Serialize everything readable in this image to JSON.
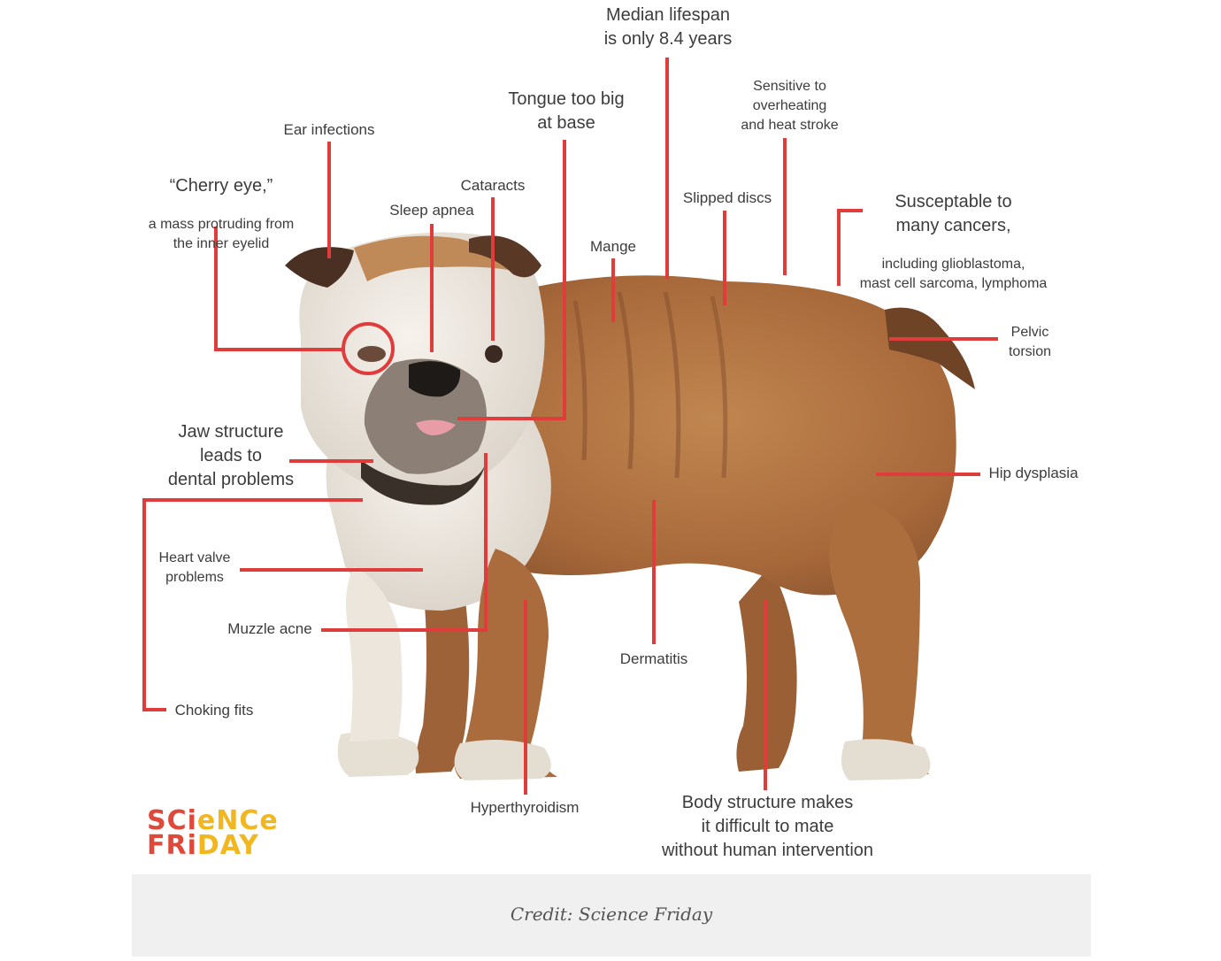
{
  "labels": {
    "lifespan": "Median lifespan\nis only 8.4 years",
    "tongue": "Tongue too big\nat base",
    "overheating": "Sensitive to\noverheating\nand heat stroke",
    "ear": "Ear infections",
    "cherry_main": "“Cherry eye,”",
    "cherry_sub": "a mass protruding from\nthe inner eyelid",
    "cataracts": "Cataracts",
    "sleep": "Sleep apnea",
    "discs": "Slipped discs",
    "cancer_main": "Susceptable to\nmany cancers,",
    "cancer_sub": "including glioblastoma,\nmast cell sarcoma, lymphoma",
    "mange": "Mange",
    "pelvic": "Pelvic\ntorsion",
    "jaw": "Jaw structure\nleads to\ndental problems",
    "hip": "Hip dysplasia",
    "heart": "Heart valve\nproblems",
    "muzzle": "Muzzle acne",
    "dermatitis": "Dermatitis",
    "choking": "Choking fits",
    "hyper": "Hyperthyroidism",
    "body": "Body structure makes\nit difficult to mate\nwithout human intervention"
  },
  "logo": {
    "line1_a": "SCi",
    "line1_b": "eNCe",
    "line2_a": "FRi",
    "line2_b": "DAY"
  },
  "credit": "Credit: Science Friday",
  "colors": {
    "line": "#e03c3c",
    "logo_red": "#e0483a",
    "logo_yellow": "#f2b61e",
    "dog_fur": "#b0743f",
    "dog_white": "#ece6dc"
  }
}
